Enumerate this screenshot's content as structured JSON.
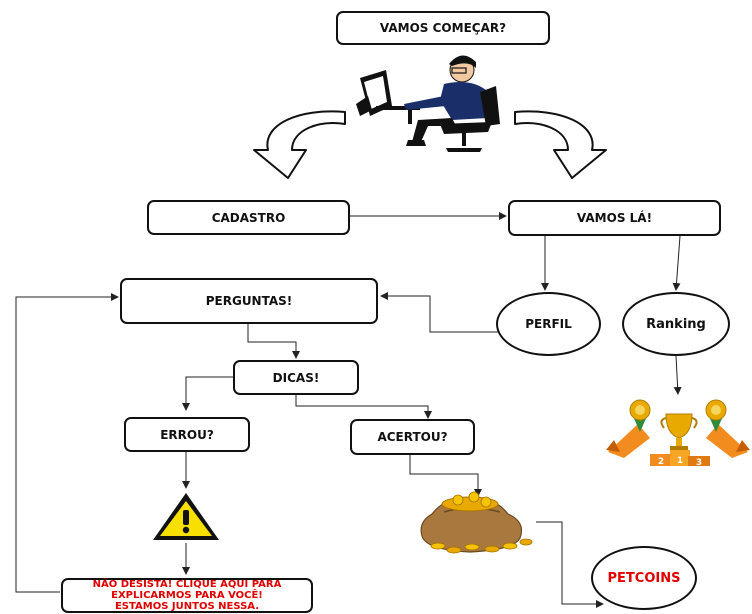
{
  "nodes": {
    "start": "VAMOS COMEÇAR?",
    "cadastro": "CADASTRO",
    "vamos_la": "VAMOS LÁ!",
    "perguntas": "PERGUNTAS!",
    "perfil": "PERFIL",
    "ranking": "Ranking",
    "dicas": "DICAS!",
    "errou": "ERROU?",
    "acertou": "ACERTOU?",
    "warning_line1": "NÃO DESISTA! CLIQUE AQUI PARA",
    "warning_line2": "EXPLICARMOS PARA VOCÊ!",
    "warning_line3": "ESTAMOS JUNTOS NESSA.",
    "petcoins": "PETCOINS"
  },
  "podium": {
    "left": "2",
    "center": "1",
    "right": "3"
  },
  "icons": [
    "person-at-computer-icon",
    "warning-icon",
    "money-bag-icon",
    "trophy-podium-icon"
  ],
  "colors": {
    "warning_text": "#e00000",
    "warning_fill": "#f7e000",
    "gold": "#e8a900",
    "podium": "#f28c1e"
  }
}
